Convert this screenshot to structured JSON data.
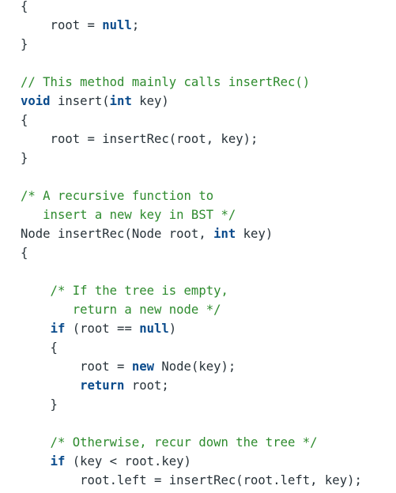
{
  "code": {
    "lines": [
      [
        {
          "t": "plain",
          "s": "{"
        }
      ],
      [
        {
          "t": "plain",
          "s": "    root = "
        },
        {
          "t": "kw",
          "s": "null"
        },
        {
          "t": "plain",
          "s": ";"
        }
      ],
      [
        {
          "t": "plain",
          "s": "}"
        }
      ],
      [],
      [
        {
          "t": "comment",
          "s": "// This method mainly calls insertRec()"
        }
      ],
      [
        {
          "t": "kw",
          "s": "void"
        },
        {
          "t": "plain",
          "s": " insert("
        },
        {
          "t": "kw",
          "s": "int"
        },
        {
          "t": "plain",
          "s": " key)"
        }
      ],
      [
        {
          "t": "plain",
          "s": "{"
        }
      ],
      [
        {
          "t": "plain",
          "s": "    root = insertRec(root, key);"
        }
      ],
      [
        {
          "t": "plain",
          "s": "}"
        }
      ],
      [],
      [
        {
          "t": "comment",
          "s": "/* A recursive function to"
        }
      ],
      [
        {
          "t": "comment",
          "s": "   insert a new key in BST */"
        }
      ],
      [
        {
          "t": "plain",
          "s": "Node insertRec(Node root, "
        },
        {
          "t": "kw",
          "s": "int"
        },
        {
          "t": "plain",
          "s": " key)"
        }
      ],
      [
        {
          "t": "plain",
          "s": "{"
        }
      ],
      [],
      [
        {
          "t": "comment",
          "s": "    /* If the tree is empty,"
        }
      ],
      [
        {
          "t": "comment",
          "s": "       return a new node */"
        }
      ],
      [
        {
          "t": "plain",
          "s": "    "
        },
        {
          "t": "kw",
          "s": "if"
        },
        {
          "t": "plain",
          "s": " (root == "
        },
        {
          "t": "kw",
          "s": "null"
        },
        {
          "t": "plain",
          "s": ")"
        }
      ],
      [
        {
          "t": "plain",
          "s": "    {"
        }
      ],
      [
        {
          "t": "plain",
          "s": "        root = "
        },
        {
          "t": "kw",
          "s": "new"
        },
        {
          "t": "plain",
          "s": " Node(key);"
        }
      ],
      [
        {
          "t": "plain",
          "s": "        "
        },
        {
          "t": "kw",
          "s": "return"
        },
        {
          "t": "plain",
          "s": " root;"
        }
      ],
      [
        {
          "t": "plain",
          "s": "    }"
        }
      ],
      [],
      [
        {
          "t": "comment",
          "s": "    /* Otherwise, recur down the tree */"
        }
      ],
      [
        {
          "t": "plain",
          "s": "    "
        },
        {
          "t": "kw",
          "s": "if"
        },
        {
          "t": "plain",
          "s": " (key < root.key)"
        }
      ],
      [
        {
          "t": "plain",
          "s": "        root.left = insertRec(root.left, key);"
        }
      ]
    ]
  }
}
